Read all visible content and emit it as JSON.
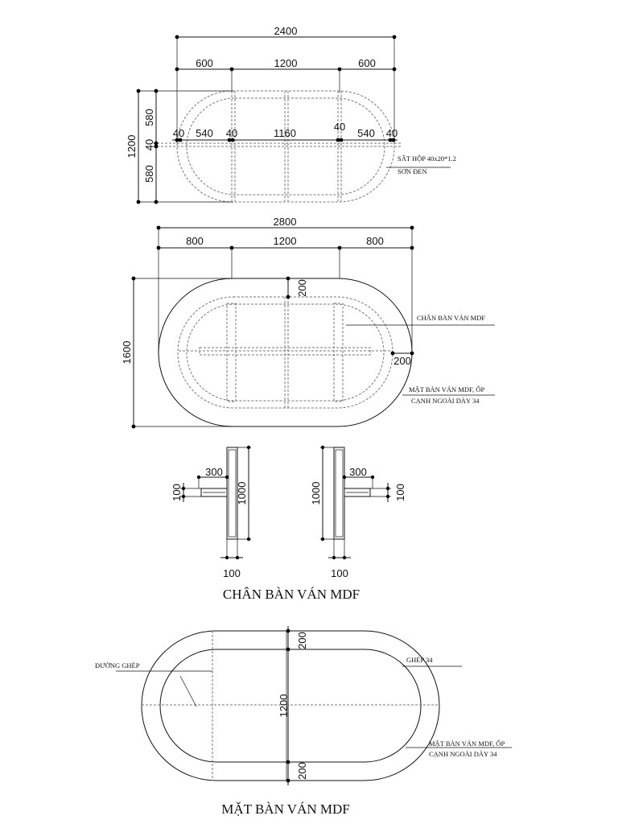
{
  "plan1": {
    "dims": {
      "total": "2400",
      "left": "600",
      "mid": "1200",
      "right": "600",
      "seg40a": "40",
      "seg540a": "540",
      "seg40b": "40",
      "seg1160": "1160",
      "seg40c": "40",
      "seg540b": "540",
      "seg40d": "40",
      "vtotal": "1200",
      "v580a": "580",
      "v40": "40",
      "v580b": "580"
    },
    "note_line1": "SẮT HỘP 40x20*1.2",
    "note_line2": "SƠN ĐEN"
  },
  "plan2": {
    "dims": {
      "total": "2800",
      "left": "800",
      "mid": "1200",
      "right": "800",
      "vtotal": "1600",
      "top200": "200",
      "right200": "200"
    },
    "note_leg": "CHÂN BÀN VÁN MDF",
    "note_top_line1": "MẶT BÀN VÁN MDF, ỐP",
    "note_top_line2": "CẠNH NGOÀI DÀY 34"
  },
  "legs": {
    "left": {
      "w300": "300",
      "h100": "100",
      "h1000": "1000",
      "b100": "100"
    },
    "right": {
      "w300": "300",
      "h100": "100",
      "h1000": "1000",
      "b100": "100"
    },
    "title": "CHÂN BÀN VÁN MDF"
  },
  "top": {
    "dims": {
      "t200": "200",
      "h1200": "1200",
      "b200": "200"
    },
    "note_joint": "ĐƯỜNG GHÉP",
    "note_joint34": "GHÉP 34",
    "note_top_line1": "MẶT BÀN VÁN MDF, ỐP",
    "note_top_line2": "CẠNH NGOÀI DÀY 34",
    "title": "MẶT BÀN VÁN MDF"
  }
}
